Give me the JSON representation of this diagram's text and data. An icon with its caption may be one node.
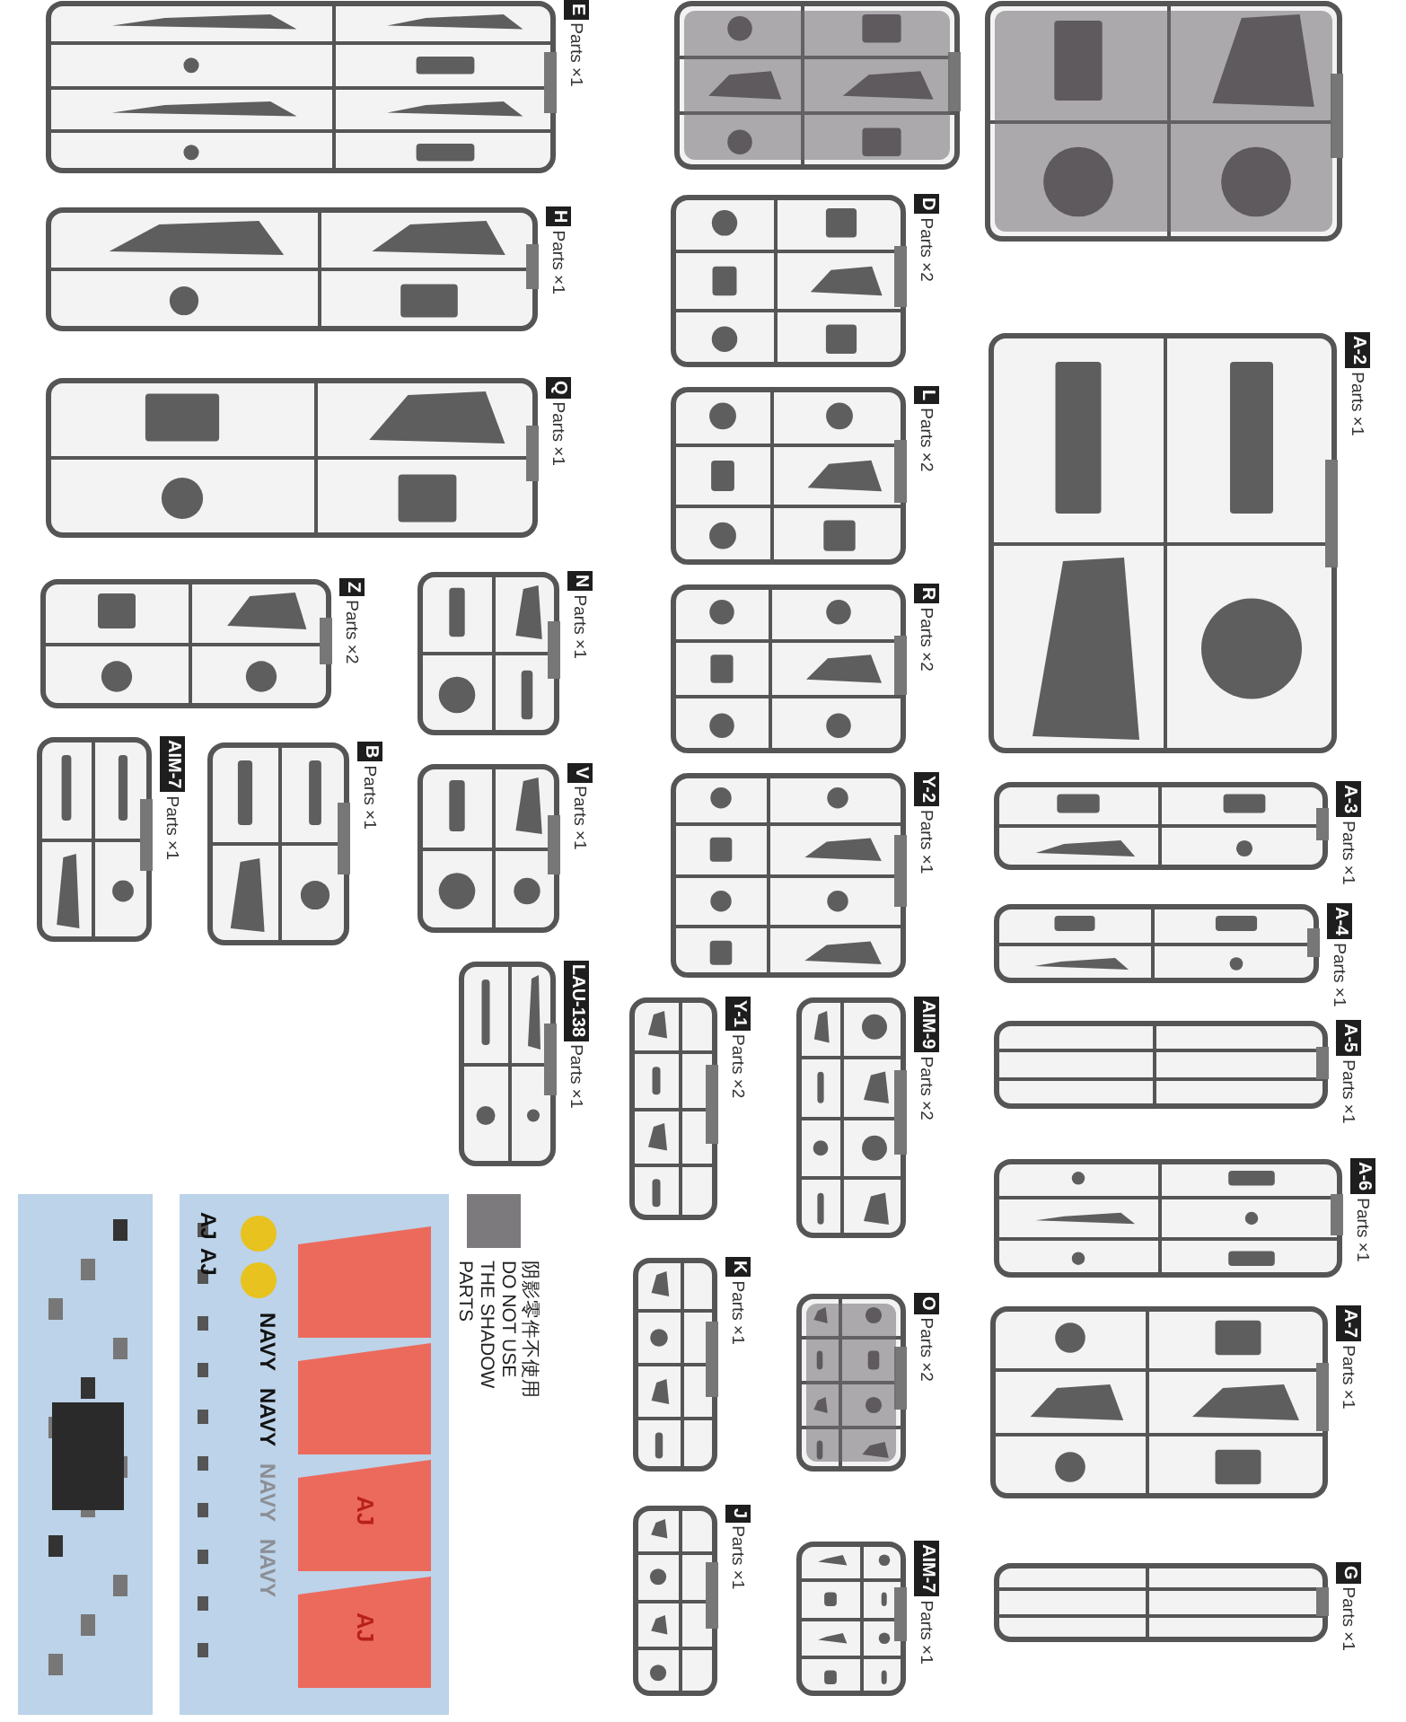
{
  "diagram": {
    "nodes": [
      {
        "text": [],
        "shape": "picture"
      },
      {
        "text": [
          "A-2",
          "Parts ×1"
        ]
      },
      {
        "text": [
          "A-3",
          "Parts ×1"
        ]
      },
      {
        "text": [
          "A-4",
          "Parts ×1"
        ]
      },
      {
        "text": [
          "A-5",
          "Parts ×1"
        ]
      },
      {
        "text": [
          "A-6",
          "Parts ×1"
        ]
      },
      {
        "text": [
          "A-7",
          "Parts ×1"
        ]
      },
      {
        "text": [
          "G",
          "Parts ×1"
        ]
      },
      {
        "text": [],
        "shape": "picture"
      },
      {
        "text": [
          "D",
          "Parts ×2"
        ]
      },
      {
        "text": [
          "L",
          "Parts ×2"
        ]
      },
      {
        "text": [
          "R",
          "Parts ×2"
        ]
      },
      {
        "text": [
          "Y-2",
          "Parts ×1"
        ]
      },
      {
        "text": [
          "AIM-9",
          "Parts ×2"
        ]
      },
      {
        "text": [
          "O",
          "Parts ×2"
        ]
      },
      {
        "text": [
          "AIM-7",
          "Parts ×1"
        ]
      },
      {
        "text": [
          "Y-1",
          "Parts ×2"
        ]
      },
      {
        "text": [
          "K",
          "Parts ×1"
        ]
      },
      {
        "text": [
          "J",
          "Parts ×1"
        ]
      },
      {
        "text": [
          "E",
          "Parts ×1"
        ]
      },
      {
        "text": [
          "H",
          "Parts ×1"
        ]
      },
      {
        "text": [
          "Q",
          "Parts ×1"
        ]
      },
      {
        "text": [
          "N",
          "Parts ×1"
        ]
      },
      {
        "text": [
          "V",
          "Parts ×1"
        ]
      },
      {
        "text": [
          "LAU-138",
          "Parts ×1"
        ]
      },
      {
        "text": [
          "Z",
          "Parts ×2"
        ]
      },
      {
        "text": [
          "B",
          "Parts ×1"
        ]
      },
      {
        "text": [
          "AIM-7",
          "Parts ×1"
        ]
      },
      {
        "text": [],
        "shape": "picture"
      },
      {
        "text": [
          "AJ",
          "AJ",
          "NAVY",
          "NAVY",
          "NAVY",
          "NAVY",
          "AJ",
          "AJ"
        ]
      }
    ],
    "legend": [
      {
        "text": "阴影零件不使用 DO NOT USE THE SHADOW PARTS",
        "color": "#7d7a7e"
      }
    ]
  }
}
